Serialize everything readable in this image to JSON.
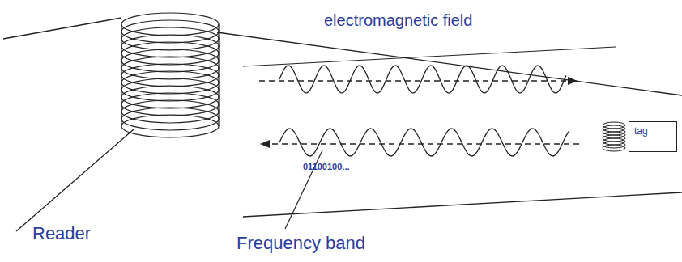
{
  "diagram": {
    "nodes": [
      {
        "text": [
          "tag"
        ]
      }
    ],
    "labels": [
      "electromagnetic field",
      "Reader",
      "Frequency band",
      "01100100..."
    ]
  }
}
